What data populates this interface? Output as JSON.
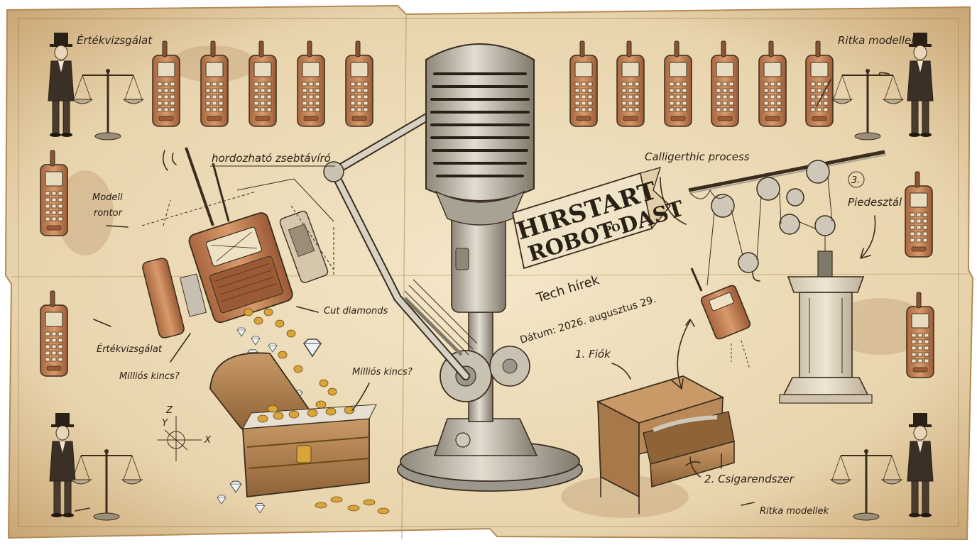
{
  "banner": {
    "line1": "HIRSTART",
    "line2a": "ROBOT",
    "line2b": "PO",
    "line2c": "DAST",
    "subtitle": "Tech hírek",
    "date": "Dátum: 2026. augusztus 29."
  },
  "labels": {
    "valuation_top_left": "Értékvizsgálat",
    "rare_models_top_right": "Ritka modellek",
    "pocket_radio": "hordozható zsebtávíró",
    "model_line1": "Modell",
    "model_line2": "rontor",
    "cut_diamonds": "Cut diamonds",
    "valuation_left": "Értékvizsgálat",
    "million_treasure_left": "Milliós kincs?",
    "million_treasure_chest": "Milliós kincs?",
    "process": "Calligerthic process",
    "step3_number": "3.",
    "step3": "Piedesztál",
    "step1": "1. Fiók",
    "step2": "2. Csigarendszer",
    "rare_models_bottom_right": "Ritka modellek"
  },
  "axes": {
    "z": "Z",
    "y": "Y",
    "x": "X"
  },
  "colors": {
    "paper": "#ecdcb8",
    "paper_dark": "#c9a574",
    "ink": "#3a2c1e",
    "copper": "#c98a5c",
    "copper_dark": "#8a5434",
    "gold": "#d9a43a",
    "wood": "#b9895a",
    "metal": "#b8b1a3"
  }
}
